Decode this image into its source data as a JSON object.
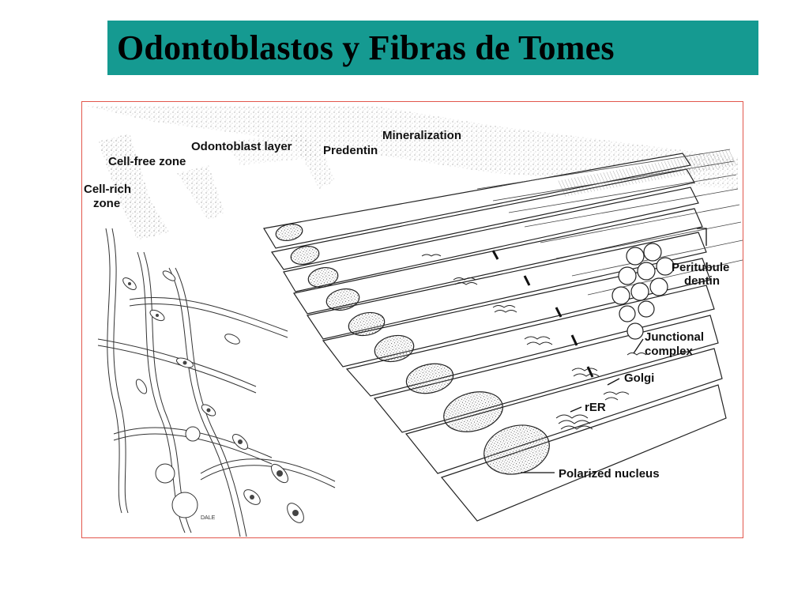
{
  "slide": {
    "title": "Odontoblastos y Fibras de Tomes",
    "colors": {
      "title_bar": "#159a91",
      "frame_border": "#e2574c"
    }
  },
  "diagram": {
    "labels": {
      "mineralization": "Mineralization",
      "predentin": "Predentin",
      "odontoblast_layer": "Odontoblast layer",
      "cell_free_zone": "Cell-free zone",
      "cell_rich_zone_line1": "Cell-rich",
      "cell_rich_zone_line2": "zone",
      "peritubule_line1": "Peritubule",
      "peritubule_line2": "dentin",
      "junctional_line1": "Junctional",
      "junctional_line2": "complex",
      "golgi": "Golgi",
      "rer": "rER",
      "polarized_nucleus": "Polarized nucleus",
      "artist_signature": "DALE"
    }
  }
}
